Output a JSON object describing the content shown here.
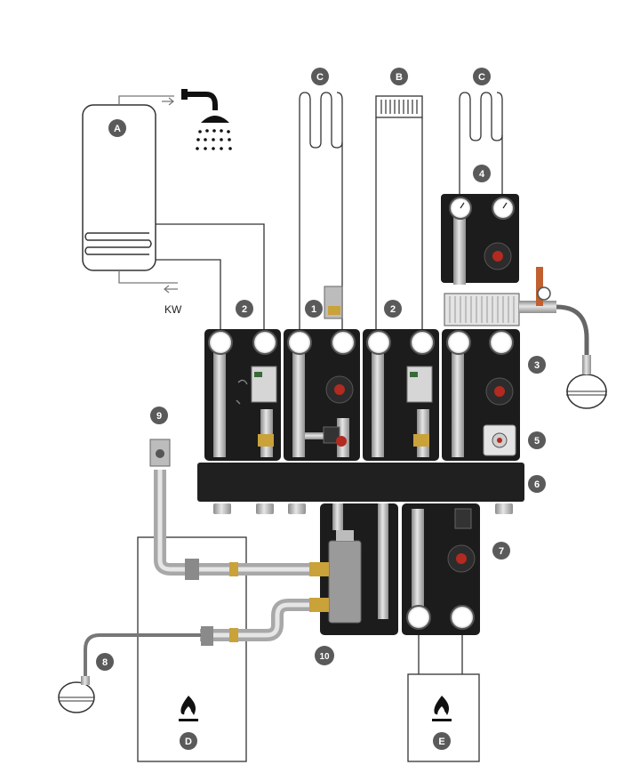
{
  "badges": {
    "A": "A",
    "B": "B",
    "C1": "C",
    "C2": "C",
    "D": "D",
    "E": "E",
    "n1": "1",
    "n2a": "2",
    "n2b": "2",
    "n3": "3",
    "n4": "4",
    "n5": "5",
    "n6": "6",
    "n7": "7",
    "n8": "8",
    "n9": "9",
    "n10": "10"
  },
  "labels": {
    "cold_water": "KW"
  },
  "colors": {
    "badge": "#5a5a5a",
    "module_dark": "#1c1c1c",
    "pipe": "#c9c9c9",
    "manifold": "#202020",
    "line": "#333333"
  },
  "icons": {
    "shower": "shower-icon",
    "flame": "flame-icon",
    "expansion_vessel": "expansion-vessel-icon",
    "radiator": "radiator-icon",
    "underfloor_loop": "underfloor-loop-icon"
  }
}
